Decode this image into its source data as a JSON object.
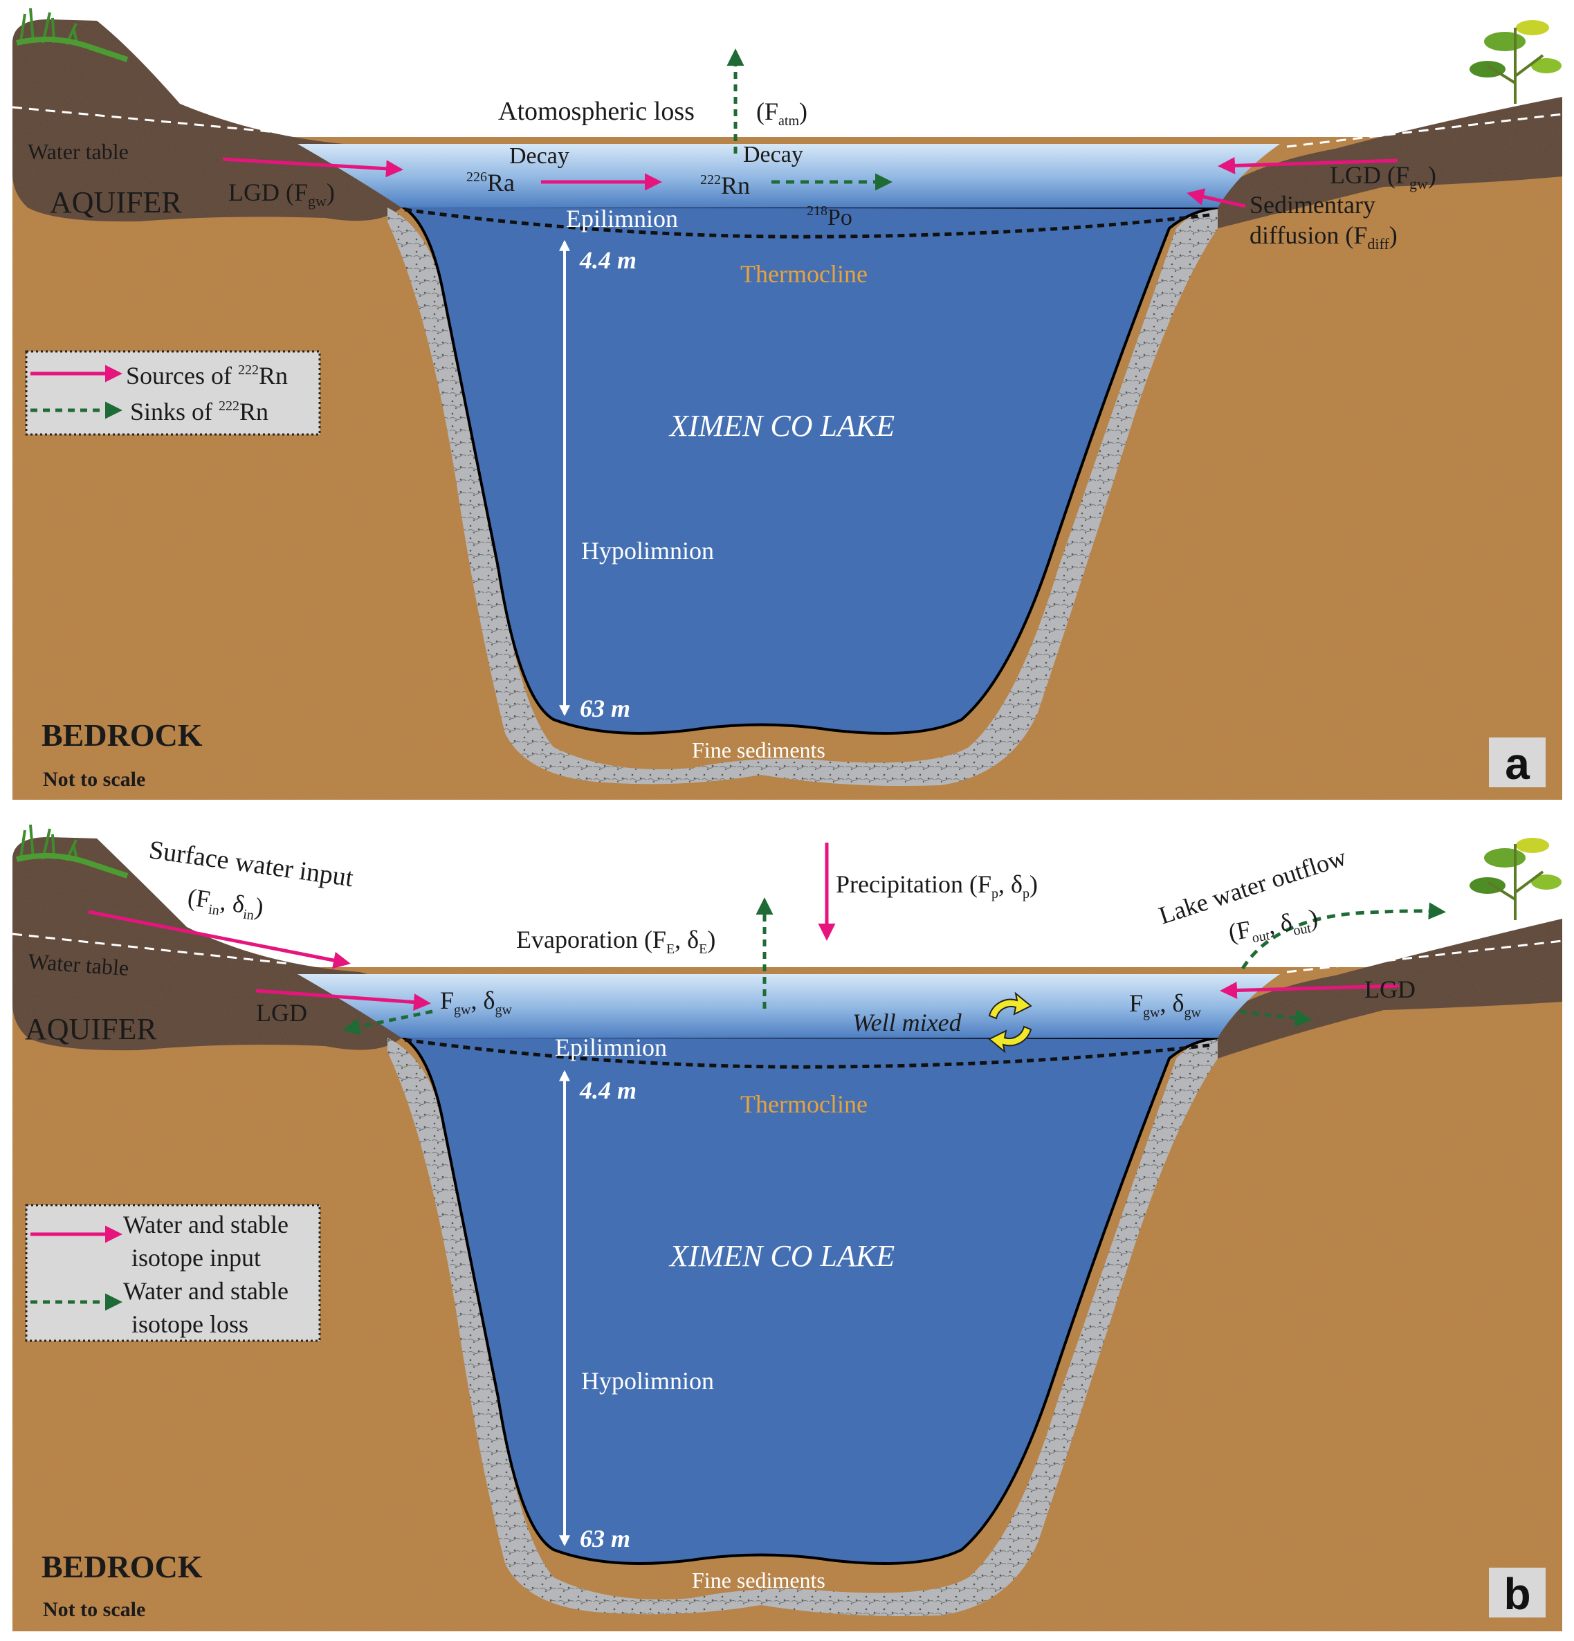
{
  "colors": {
    "soil": "#b9803f",
    "aquifer": "#5a4334",
    "lake_deep": "#4470b3",
    "lake_surface": "#c9dff3",
    "sediment": "#b9b9bb",
    "source_arrow": "#e6157d",
    "sink_arrow": "#1f6b35",
    "thermocline_label": "#e8a33c",
    "legend_bg": "#d8d8d8",
    "panel_label_bg": "#d8d8d8"
  },
  "panel_a": {
    "panel_label": "a",
    "water_table": "Water table",
    "aquifer": "AQUIFER",
    "lgd_left": "LGD (F",
    "lgd_left_sub": "gw",
    "lgd_left_close": ")",
    "atm_loss": "Atomospheric loss",
    "atm_flux": "(F",
    "atm_flux_sub": "atm",
    "atm_flux_close": ")",
    "decay_1": "Decay",
    "ra226_sup": "226",
    "ra226": "Ra",
    "decay_2": "Decay",
    "rn222_sup": "222",
    "rn222": "Rn",
    "po218_sup": "218",
    "po218": "Po",
    "epilimnion": "Epilimnion",
    "thermocline": "Thermocline",
    "depth_top": "4.4 m",
    "depth_bottom": "63 m",
    "lake_name": "XIMEN CO LAKE",
    "hypolimnion": "Hypolimnion",
    "fine_sediments": "Fine sediments",
    "bedrock": "BEDROCK",
    "not_to_scale": "Not to scale",
    "lgd_right": "LGD (F",
    "lgd_right_sub": "gw",
    "lgd_right_close": ")",
    "sed_diff_1": "Sedimentary",
    "sed_diff_2": "diffusion (F",
    "sed_diff_sub": "diff",
    "sed_diff_close": ")",
    "legend": {
      "sources_pre": "Sources of ",
      "sources_sup": "222",
      "sources_post": "Rn",
      "sinks_pre": "Sinks of ",
      "sinks_sup": "222",
      "sinks_post": "Rn"
    }
  },
  "panel_b": {
    "panel_label": "b",
    "water_table": "Water table",
    "aquifer": "AQUIFER",
    "lgd_left": "LGD",
    "surface_input_1": "Surface water input",
    "surface_input_2a": "(F",
    "surface_input_2a_sub": "in",
    "surface_input_2b": ", δ",
    "surface_input_2b_sub": "in",
    "surface_input_2c": ")",
    "fgw_left": "F",
    "fgw_left_sub": "gw",
    "fgw_left_mid": ", δ",
    "fgw_left_sub2": "gw",
    "evaporation": "Evaporation (F",
    "evaporation_sub": "E",
    "evaporation_mid": ", δ",
    "evaporation_sub2": "E",
    "evaporation_close": ")",
    "precipitation": "Precipitation (F",
    "precipitation_sub": "p",
    "precipitation_mid": ", δ",
    "precipitation_sub2": "p",
    "precipitation_close": ")",
    "well_mixed": "Well mixed",
    "outflow_1": "Lake water outflow",
    "outflow_2a": "(F",
    "outflow_2a_sub": "out",
    "outflow_2b": ", δ",
    "outflow_2b_sub": "out",
    "outflow_2c": ")",
    "fgw_right": "F",
    "fgw_right_sub": "gw",
    "fgw_right_mid": ", δ",
    "fgw_right_sub2": "gw",
    "lgd_right": "LGD",
    "epilimnion": "Epilimnion",
    "thermocline": "Thermocline",
    "depth_top": "4.4 m",
    "depth_bottom": "63 m",
    "lake_name": "XIMEN CO LAKE",
    "hypolimnion": "Hypolimnion",
    "fine_sediments": "Fine sediments",
    "bedrock": "BEDROCK",
    "not_to_scale": "Not to scale",
    "legend": {
      "input_1": "Water and stable",
      "input_2": "isotope input",
      "loss_1": "Water and stable",
      "loss_2": "isotope loss"
    }
  }
}
